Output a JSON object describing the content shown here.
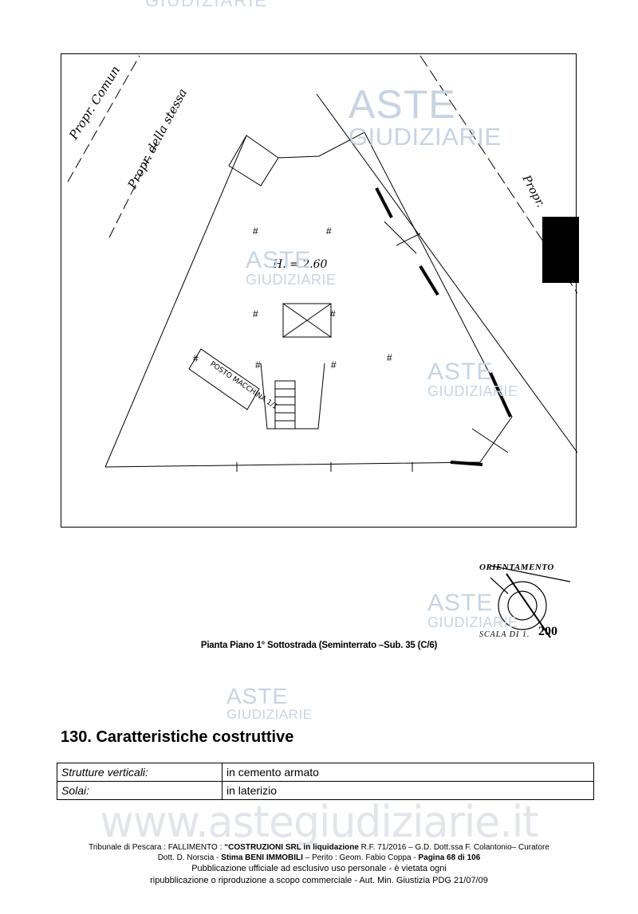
{
  "watermarks": {
    "brand_line1": "ASTE",
    "brand_line2": "GIUDIZIARIE",
    "site": "www.astegiudiziarie.it"
  },
  "plan": {
    "labels": {
      "prop_comune": "Propr. Comun",
      "prop_stessa": "Propr. della stessa",
      "prop_right": "Propr.",
      "height": "H. = 2.60",
      "posto_macchina": "POSTO MACCHINA 1/1"
    },
    "orientation": {
      "label": "ORIENTAMENTO",
      "scale_label": "SCALA DI 1.",
      "scale_value": "200"
    }
  },
  "caption": "Pianta Piano 1° Sottostrada (Seminterrato –Sub. 35 (C/6)",
  "section": {
    "heading": "130. Caratteristiche costruttive",
    "rows": [
      {
        "key": "Strutture  verticali:",
        "value": "in cemento armato"
      },
      {
        "key": "Solai:",
        "value": "in laterizio"
      }
    ]
  },
  "footer": {
    "line1_prefix": "Tribunale di Pescara : FALLIMENTO : ",
    "line1_company": "“COSTRUZIONI SRL in liquidazione",
    "line1_suffix": " R.F. 71/2016  – G.D. Dott.ssa  F. Colantonio– Curatore",
    "line2_prefix": "Dott. D. Norscia - ",
    "line2_stima": "Stima BENI IMMOBILI",
    "line2_mid": " – Perito : Geom. Fabio Coppa - ",
    "line2_page": "Pagina 68 di 106",
    "line3": "Pubblicazione ufficiale ad esclusivo uso personale - è vietata ogni",
    "line4": "ripubblicazione o riproduzione a scopo commerciale - Aut. Min. Giustizia PDG 21/07/09"
  }
}
